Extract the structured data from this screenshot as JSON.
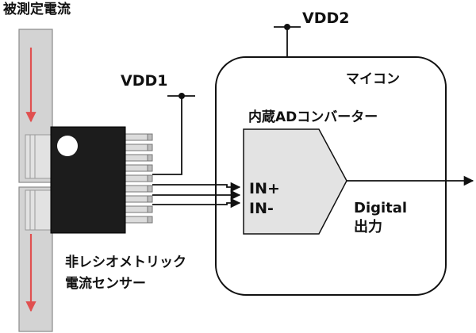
{
  "labels": {
    "measured_current": "被測定電流",
    "vdd2": "VDD2",
    "vdd1": "VDD1",
    "mcu": "マイコン",
    "adc": "内蔵ADコンバーター",
    "in_plus": "IN+",
    "in_minus": "IN-",
    "digital": "Digital",
    "output": "出力",
    "sensor_line1": "非レシオメトリック",
    "sensor_line2": "電流センサー"
  },
  "colors": {
    "current_arrow": "#e05050",
    "busbar": "#d3d3d3",
    "chip": "#1c1c1c",
    "adc_fill": "#e3e3e3",
    "line": "#111111"
  }
}
